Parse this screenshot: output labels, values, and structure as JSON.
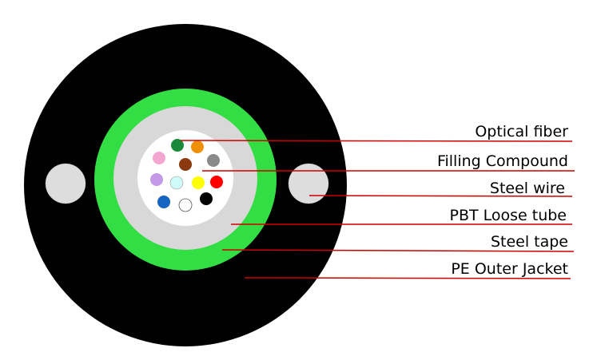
{
  "labels": {
    "optical_fiber": "Optical fiber",
    "filling_compound": "Filling Compound",
    "steel_wire": "Steel wire",
    "pbt_loose_tube": "PBT Loose tube",
    "steel_tape": "Steel tape",
    "pe_outer_jacket": "PE Outer Jacket"
  },
  "colors": {
    "jacket": "#000000",
    "steel_tape": "#33dd44",
    "loose_tube": "#d8d8d8",
    "filling": "#ffffff",
    "steel_wire": "#dddddd",
    "leader_line": "#cc0000"
  },
  "fibers": [
    {
      "name": "green",
      "color": "#1a8a3a"
    },
    {
      "name": "orange",
      "color": "#f0900a"
    },
    {
      "name": "pink",
      "color": "#f4a6d2"
    },
    {
      "name": "brown",
      "color": "#8b3a10"
    },
    {
      "name": "gray",
      "color": "#8a8a8a"
    },
    {
      "name": "violet",
      "color": "#c49ae8"
    },
    {
      "name": "aqua",
      "color": "#cffafa"
    },
    {
      "name": "yellow",
      "color": "#ffff00"
    },
    {
      "name": "red",
      "color": "#ff0000"
    },
    {
      "name": "blue",
      "color": "#1464c0"
    },
    {
      "name": "white",
      "color": "#ffffff"
    },
    {
      "name": "black",
      "color": "#000000"
    }
  ]
}
